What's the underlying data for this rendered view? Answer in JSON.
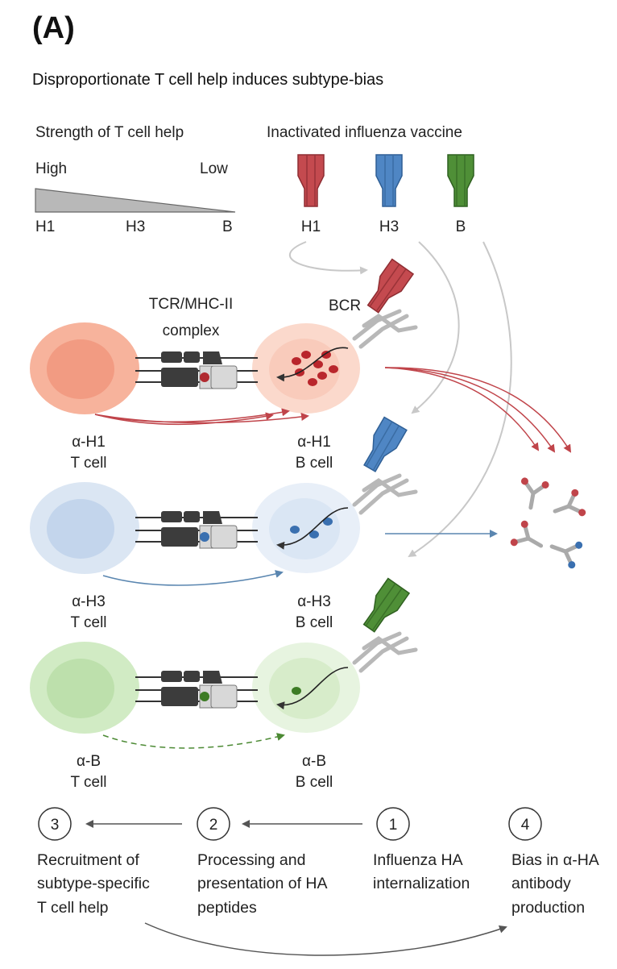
{
  "panel_label": "(A)",
  "title": "Disproportionate T cell help induces subtype-bias",
  "strength": {
    "heading": "Strength of T cell help",
    "high": "High",
    "low": "Low",
    "ticks": [
      "H1",
      "H3",
      "B"
    ]
  },
  "vaccine": {
    "heading": "Inactivated influenza vaccine",
    "items": [
      "H1",
      "H3",
      "B"
    ]
  },
  "complex_label_line1": "TCR/MHC-II",
  "complex_label_line2": "complex",
  "bcr_label": "BCR",
  "rows": [
    {
      "t_line1": "α-H1",
      "t_line2": "T cell",
      "b_line1": "α-H1",
      "b_line2": "B cell"
    },
    {
      "t_line1": "α-H3",
      "t_line2": "T cell",
      "b_line1": "α-H3",
      "b_line2": "B cell"
    },
    {
      "t_line1": "α-B",
      "t_line2": "T cell",
      "b_line1": "α-B",
      "b_line2": "B cell"
    }
  ],
  "steps": [
    {
      "number": "1",
      "text": [
        "Influenza HA",
        "internalization"
      ]
    },
    {
      "number": "2",
      "text": [
        "Processing and",
        "presentation of HA",
        "peptides"
      ]
    },
    {
      "number": "3",
      "text": [
        "Recruitment of",
        "subtype-specific",
        "T cell help"
      ]
    },
    {
      "number": "4",
      "text": [
        "Bias in α-HA",
        "antibody",
        "production"
      ]
    }
  ],
  "colors": {
    "h1": "#c0444a",
    "h3": "#4a7fc0",
    "b": "#4c8a34",
    "arrow_grey": "#c8c8c8",
    "dark": "#444444"
  }
}
